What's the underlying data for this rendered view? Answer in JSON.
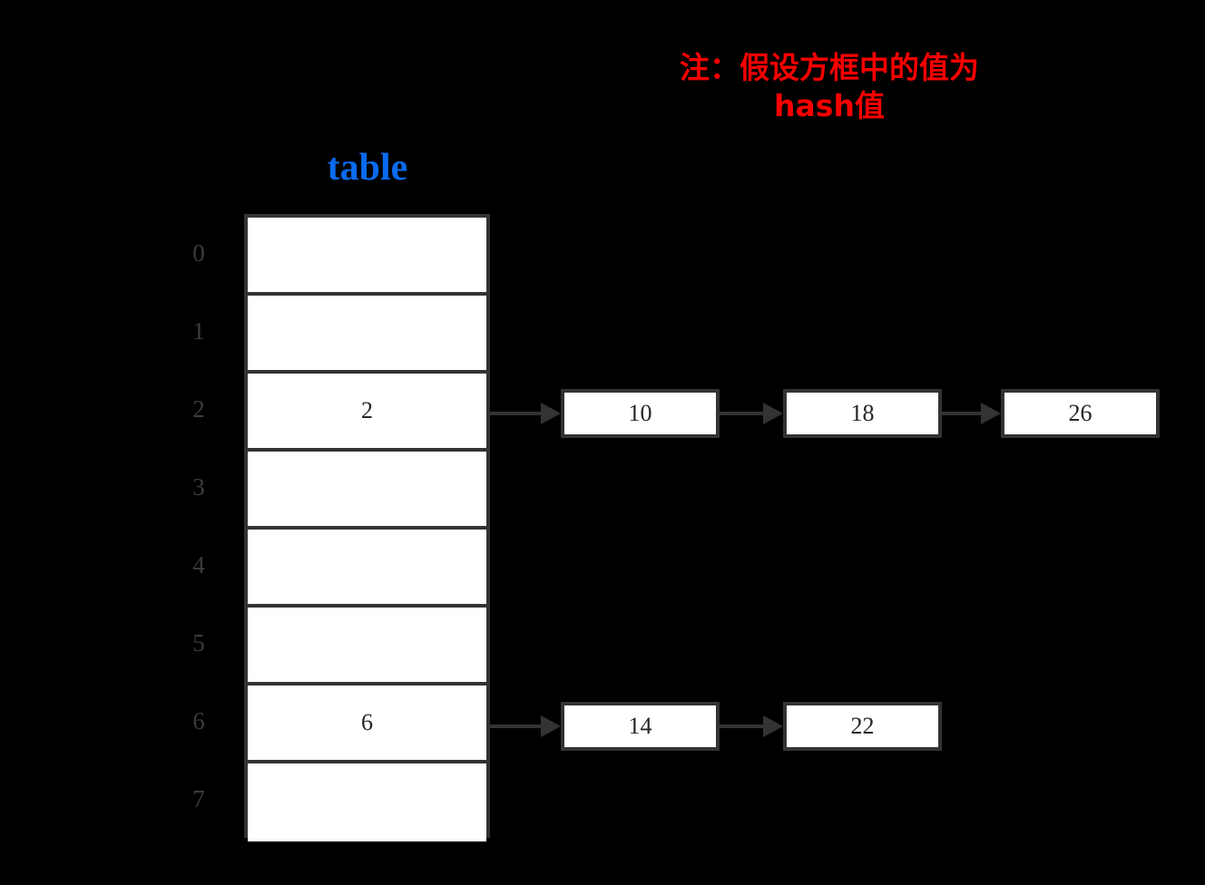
{
  "note": {
    "text": "注：假设方框中的值为\nhash值",
    "color": "#fa0000"
  },
  "table": {
    "caption": "table",
    "caption_color": "#0a6bf0",
    "border_color": "#333333",
    "cell_background": "#ffffff",
    "index_color": "#3c3c3c",
    "rows": [
      {
        "index": "0",
        "value": ""
      },
      {
        "index": "1",
        "value": ""
      },
      {
        "index": "2",
        "value": "2"
      },
      {
        "index": "3",
        "value": ""
      },
      {
        "index": "4",
        "value": ""
      },
      {
        "index": "5",
        "value": ""
      },
      {
        "index": "6",
        "value": "6"
      },
      {
        "index": "7",
        "value": ""
      }
    ]
  },
  "chains": [
    {
      "bucket_index": "2",
      "nodes": [
        {
          "value": "10"
        },
        {
          "value": "18"
        },
        {
          "value": "26"
        }
      ]
    },
    {
      "bucket_index": "6",
      "nodes": [
        {
          "value": "14"
        },
        {
          "value": "22"
        }
      ]
    }
  ],
  "background": "#000000"
}
